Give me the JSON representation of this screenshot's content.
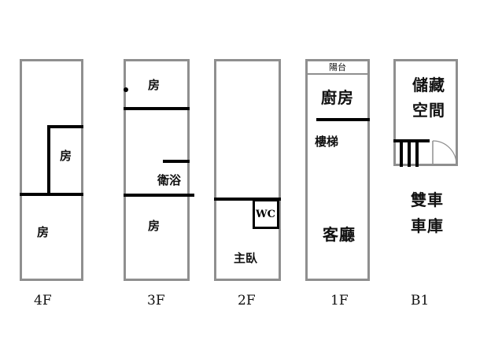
{
  "floors": {
    "f4": {
      "label": "4F",
      "rooms": {
        "upper": "房",
        "lower": "房"
      }
    },
    "f3": {
      "label": "3F",
      "rooms": {
        "top": "房",
        "bath": "衛浴",
        "bottom": "房"
      }
    },
    "f2": {
      "label": "2F",
      "rooms": {
        "wc": "WC",
        "master": "主臥"
      }
    },
    "f1": {
      "label": "1F",
      "rooms": {
        "balcony": "陽台",
        "kitchen": "廚房",
        "stairs": "樓梯",
        "living": "客廳"
      }
    },
    "b1": {
      "label": "B1",
      "rooms": {
        "storage_line1": "儲藏",
        "storage_line2": "空間",
        "garage_line1": "雙車",
        "garage_line2": "車庫"
      }
    }
  }
}
